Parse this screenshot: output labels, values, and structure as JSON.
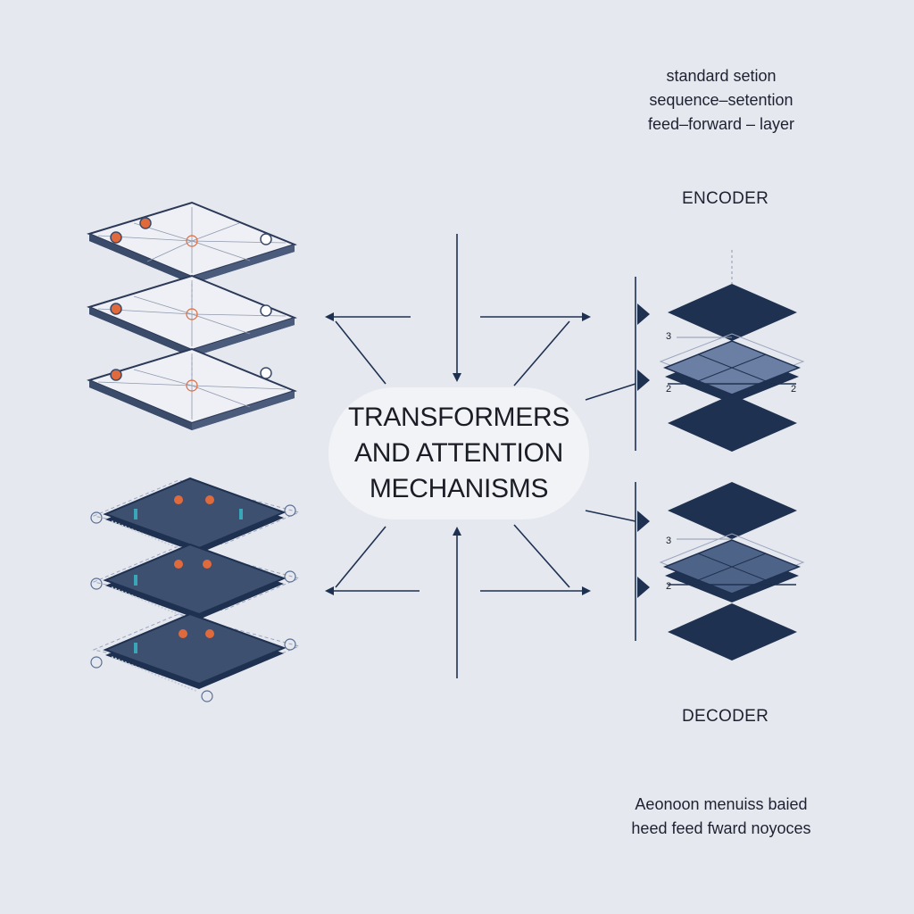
{
  "top_note": {
    "lines": [
      "standard setion",
      "sequence–setention",
      "feed–forward – layer"
    ]
  },
  "center_title": {
    "lines": [
      "TRANSFORMERS",
      "AND ATTENTION",
      "MECHANISMS"
    ]
  },
  "encoder": {
    "label": "ENCODER",
    "number_left_top": "3",
    "number_left_bottom": "2",
    "number_right_bottom": "2"
  },
  "decoder": {
    "label": "DECODER",
    "number_left_top": "3",
    "number_left_bottom": "2"
  },
  "bottom_note": {
    "lines": [
      "Aeonoon menuiss baied",
      "heed feed fward noyoces"
    ]
  },
  "colors": {
    "background": "#e6e8f0",
    "navy": "#1f3150",
    "slate": "#5b6f92",
    "accent_orange": "#e06a3c",
    "accent_teal": "#3aa7b8",
    "center_pill": "#f2f3f6"
  }
}
